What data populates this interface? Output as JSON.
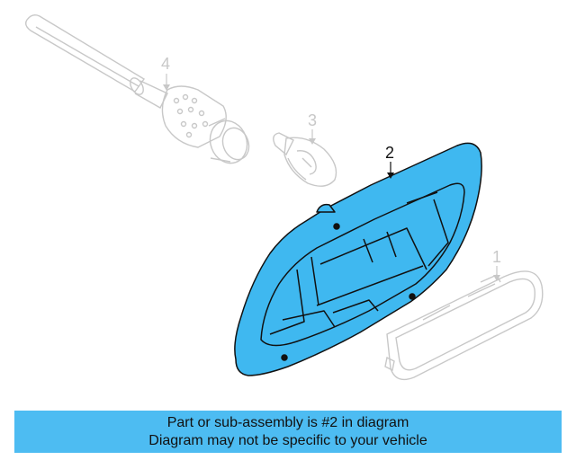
{
  "diagram": {
    "callouts": [
      {
        "id": "1",
        "label": "1"
      },
      {
        "id": "2",
        "label": "2"
      },
      {
        "id": "3",
        "label": "3"
      },
      {
        "id": "4",
        "label": "4"
      }
    ],
    "highlight_color": "#3fb8f0",
    "faded_color": "#c8c8c8",
    "outline_color": "#111111"
  },
  "banner": {
    "line1": "Part or sub-assembly is #2 in diagram",
    "line2": "Diagram may not be specific to your vehicle",
    "background": "#4dbcf2"
  }
}
